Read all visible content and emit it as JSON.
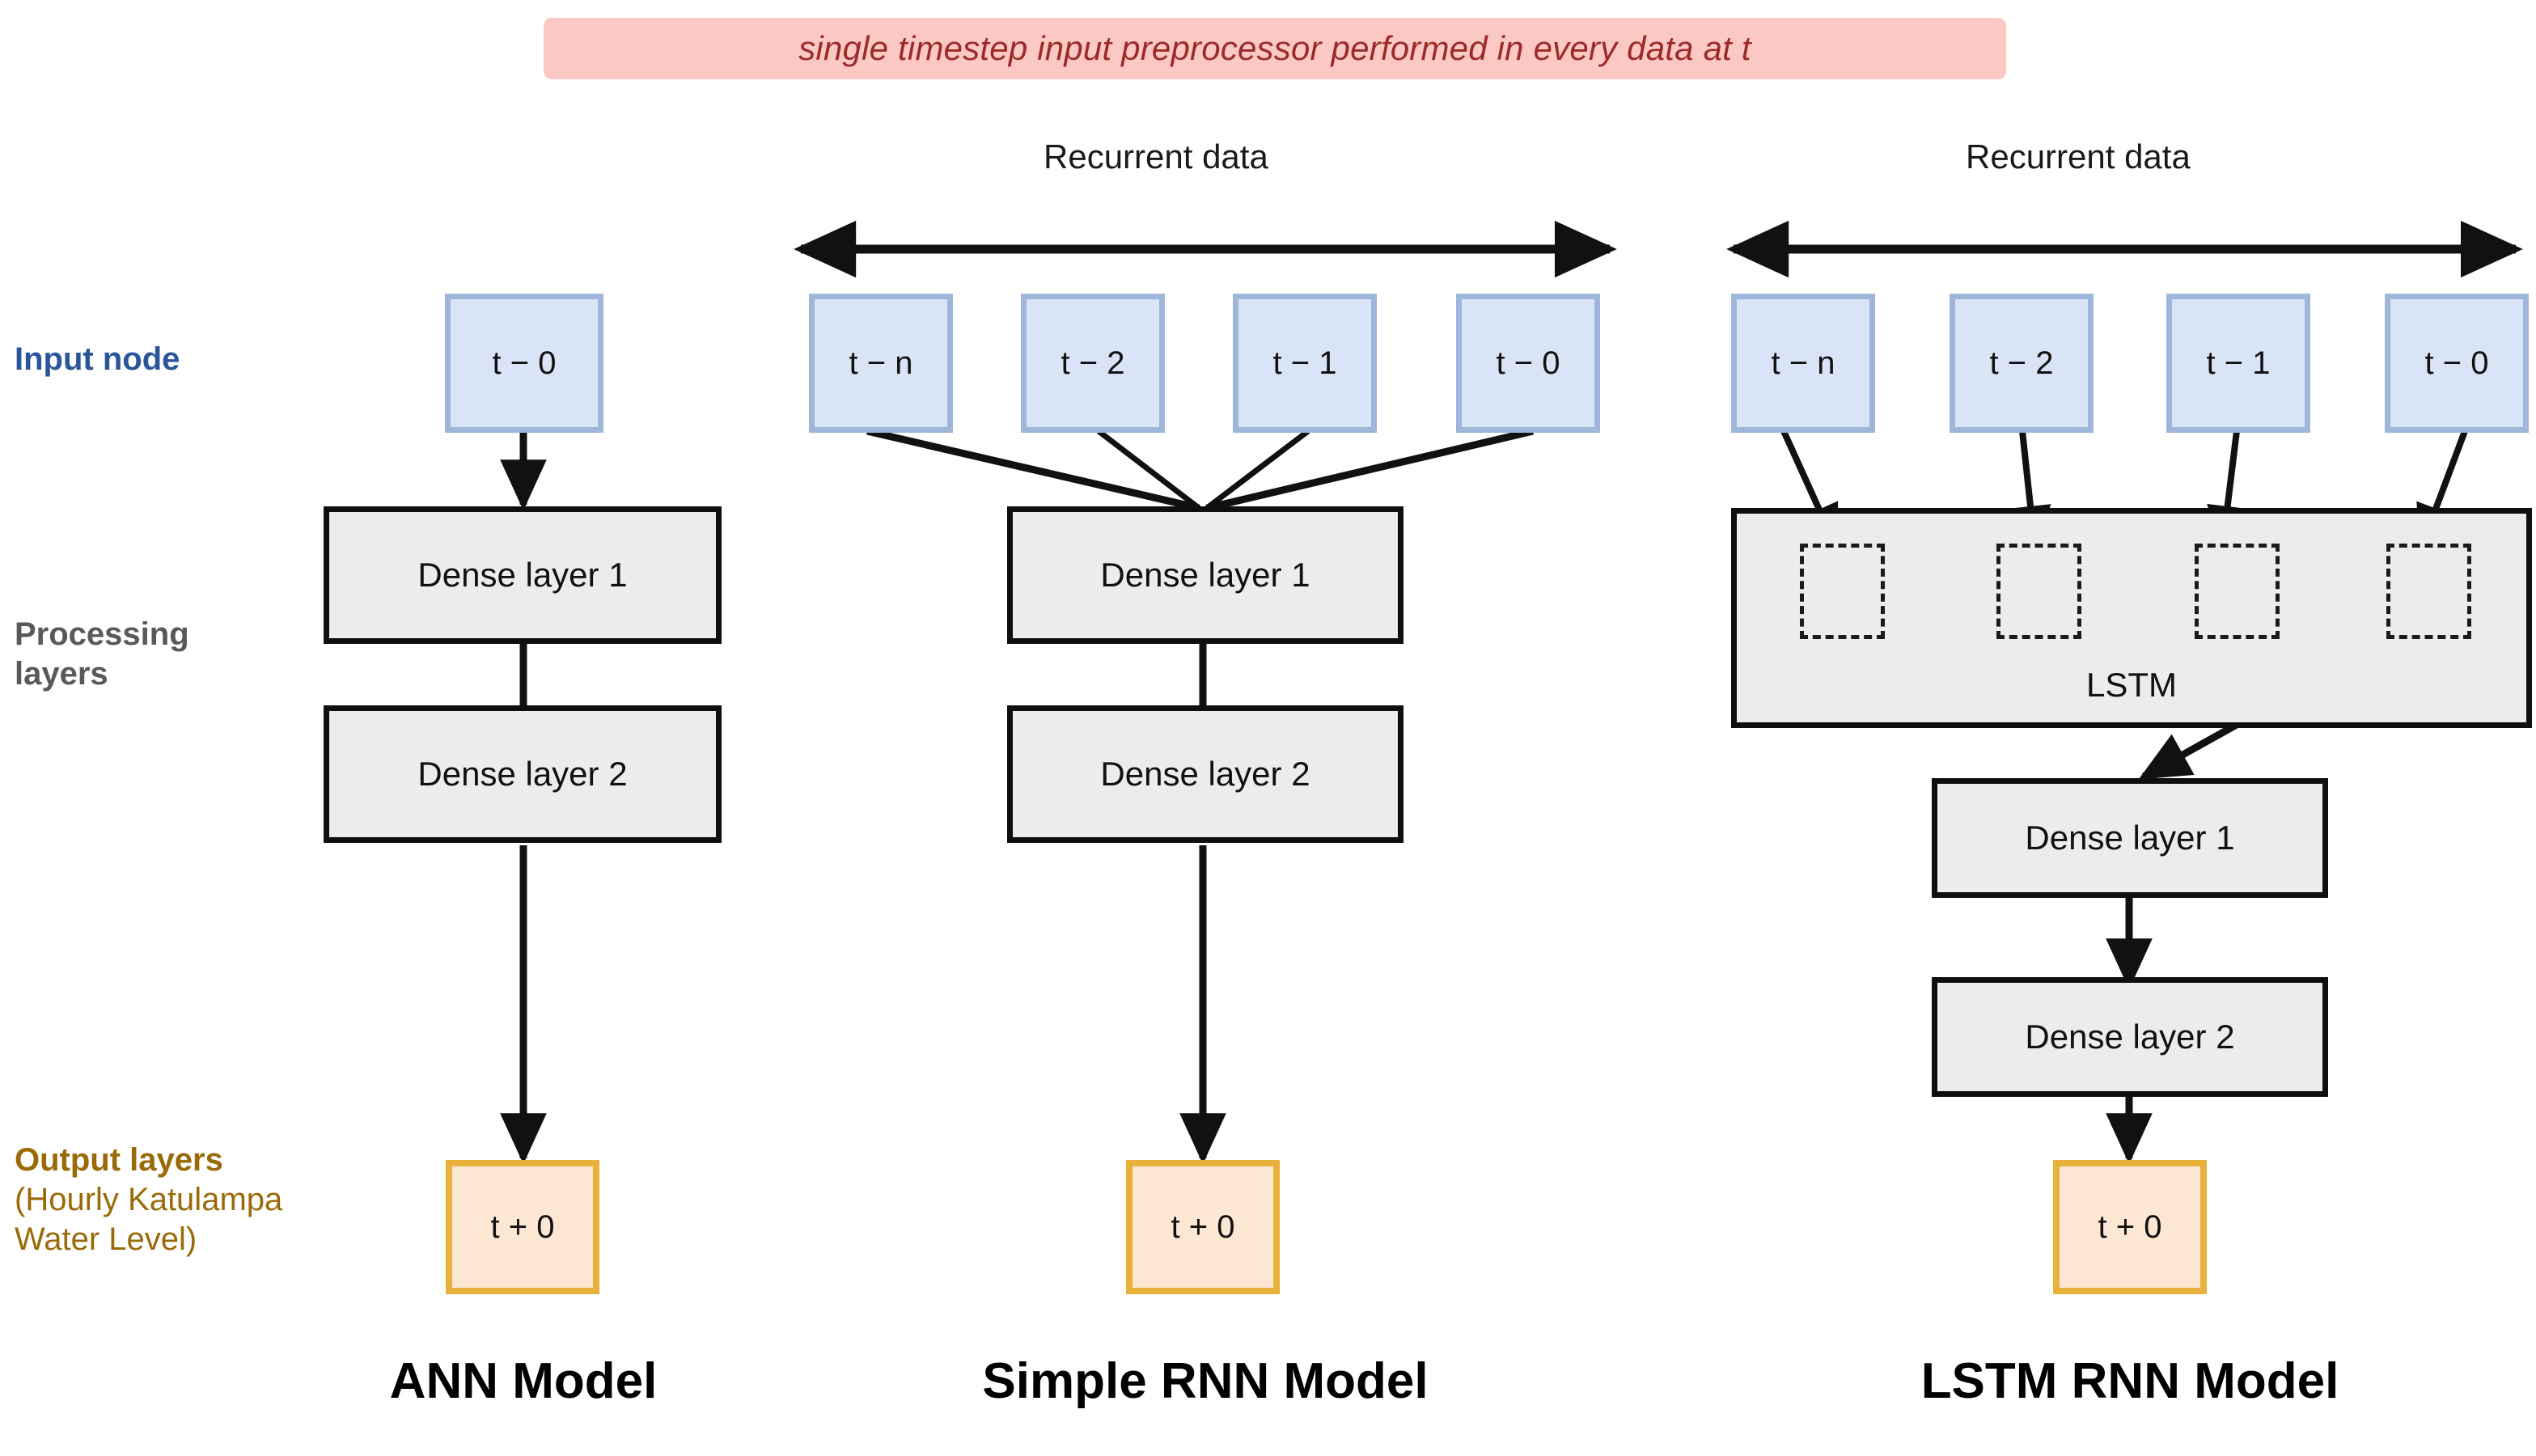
{
  "banner": {
    "text": "single timestep input preprocessor performed in every data at t",
    "bg_color": "#fbc8c4",
    "text_color": "#9c2b28"
  },
  "row_labels": {
    "input": "Input node",
    "processing": "Processing layers",
    "output_strong": "Output layers",
    "output_detail": "(Hourly Katulampa Water Level)",
    "input_color": "#2a5699",
    "processing_color": "#595959",
    "output_color": "#9a6a08"
  },
  "recurrent_label": "Recurrent data",
  "colors": {
    "input_fill": "#dae4f7",
    "input_border": "#9eb6da",
    "dense_fill": "#ececec",
    "dense_border": "#0f0f0f",
    "output_fill": "#fce7d2",
    "output_border": "#e8b13c",
    "arrow": "#111111"
  },
  "models": [
    {
      "caption": "ANN Model",
      "has_recurrent_axis": false,
      "input_nodes": [
        "t − 0"
      ],
      "processing": [
        {
          "type": "dense",
          "label": "Dense layer 1"
        },
        {
          "type": "dense",
          "label": "Dense layer 2"
        }
      ],
      "output_node": "t + 0"
    },
    {
      "caption": "Simple RNN Model",
      "has_recurrent_axis": true,
      "input_nodes": [
        "t − n",
        "t − 2",
        "t − 1",
        "t − 0"
      ],
      "processing": [
        {
          "type": "dense",
          "label": "Dense layer 1"
        },
        {
          "type": "dense",
          "label": "Dense layer 2"
        }
      ],
      "output_node": "t + 0"
    },
    {
      "caption": "LSTM RNN Model",
      "has_recurrent_axis": true,
      "input_nodes": [
        "t − n",
        "t − 2",
        "t − 1",
        "t − 0"
      ],
      "processing": [
        {
          "type": "lstm",
          "label": "LSTM",
          "cells": 4
        },
        {
          "type": "dense",
          "label": "Dense layer 1"
        },
        {
          "type": "dense",
          "label": "Dense layer 2"
        }
      ],
      "output_node": "t + 0"
    }
  ]
}
